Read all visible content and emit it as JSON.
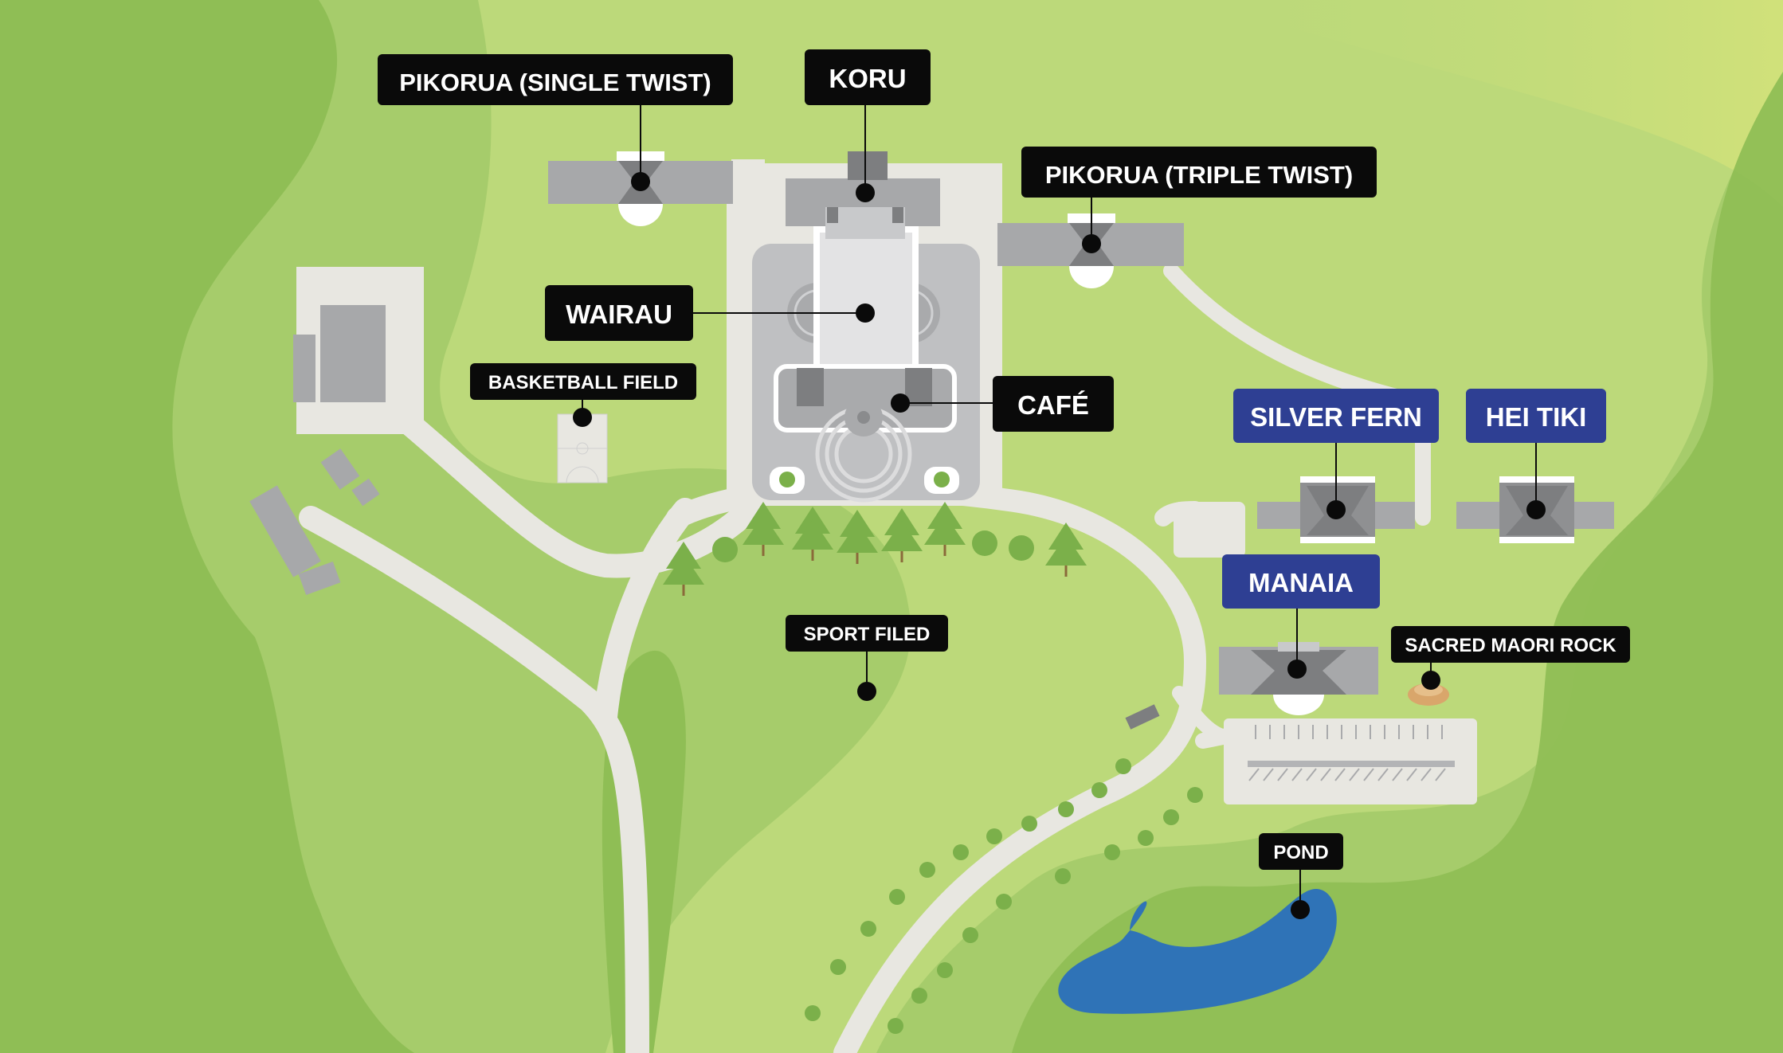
{
  "colors": {
    "grass_dark": "#8fbe55",
    "grass_mid": "#a6cc6b",
    "grass_light": "#bcd97a",
    "grass_glow": "#cfe07a",
    "path": "#e8e7e1",
    "building": "#a7a8aa",
    "building_dark": "#7d7e80",
    "label_black": "#0a0a0a",
    "label_blue": "#2e3f93",
    "pond": "#2f73b7",
    "tree": "#7bb04a",
    "rock": "#d9a66b"
  },
  "labels": {
    "pikorua_single": "PIKORUA (SINGLE TWIST)",
    "koru": "KORU",
    "pikorua_triple": "PIKORUA (TRIPLE TWIST)",
    "wairau": "WAIRAU",
    "basketball": "BASKETBALL FIELD",
    "cafe": "CAFÉ",
    "silver_fern": "SILVER FERN",
    "hei_tiki": "HEI TIKI",
    "manaia": "MANAIA",
    "sport_field": "SPORT FILED",
    "sacred_rock": "SACRED MAORI ROCK",
    "pond": "POND"
  }
}
